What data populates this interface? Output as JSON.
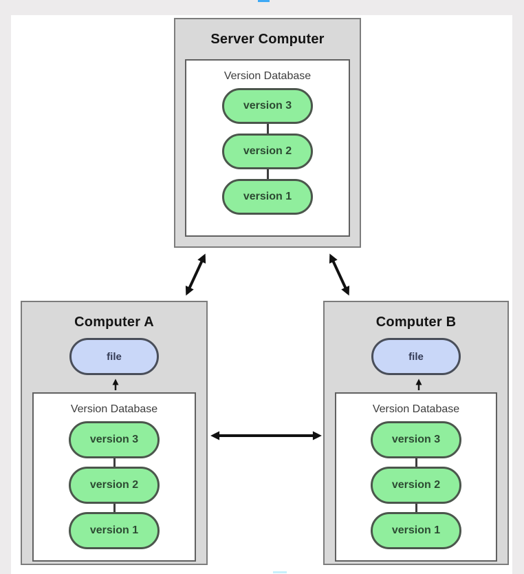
{
  "window": {
    "top_marker_color": "#3fa9f5",
    "bottom_marker_color": "#c7f0fb",
    "background_color": "#edebec",
    "canvas_color": "#ffffff"
  },
  "diagram": {
    "server": {
      "title": "Server Computer",
      "database": {
        "title": "Version Database",
        "versions": [
          "version 3",
          "version 2",
          "version 1"
        ]
      }
    },
    "computer_a": {
      "title": "Computer A",
      "file_label": "file",
      "database": {
        "title": "Version Database",
        "versions": [
          "version 3",
          "version 2",
          "version 1"
        ]
      }
    },
    "computer_b": {
      "title": "Computer B",
      "file_label": "file",
      "database": {
        "title": "Version Database",
        "versions": [
          "version 3",
          "version 2",
          "version 1"
        ]
      }
    },
    "edges": [
      {
        "from": "server",
        "to": "computer_a",
        "style": "bidirectional"
      },
      {
        "from": "server",
        "to": "computer_b",
        "style": "bidirectional"
      },
      {
        "from": "computer_a",
        "to": "computer_b",
        "style": "bidirectional"
      },
      {
        "host": "computer_a",
        "from": "database",
        "to": "file",
        "style": "up-arrow"
      },
      {
        "host": "computer_b",
        "from": "database",
        "to": "file",
        "style": "up-arrow"
      }
    ],
    "colors": {
      "machine_fill": "#d9d9d9",
      "machine_border": "#7c7c7c",
      "database_fill": "#ffffff",
      "database_border": "#606060",
      "version_fill": "#90ee9d",
      "version_border": "#4b564c",
      "file_fill": "#c9d7f8",
      "file_border": "#494e59",
      "arrow_color": "#111111"
    }
  }
}
